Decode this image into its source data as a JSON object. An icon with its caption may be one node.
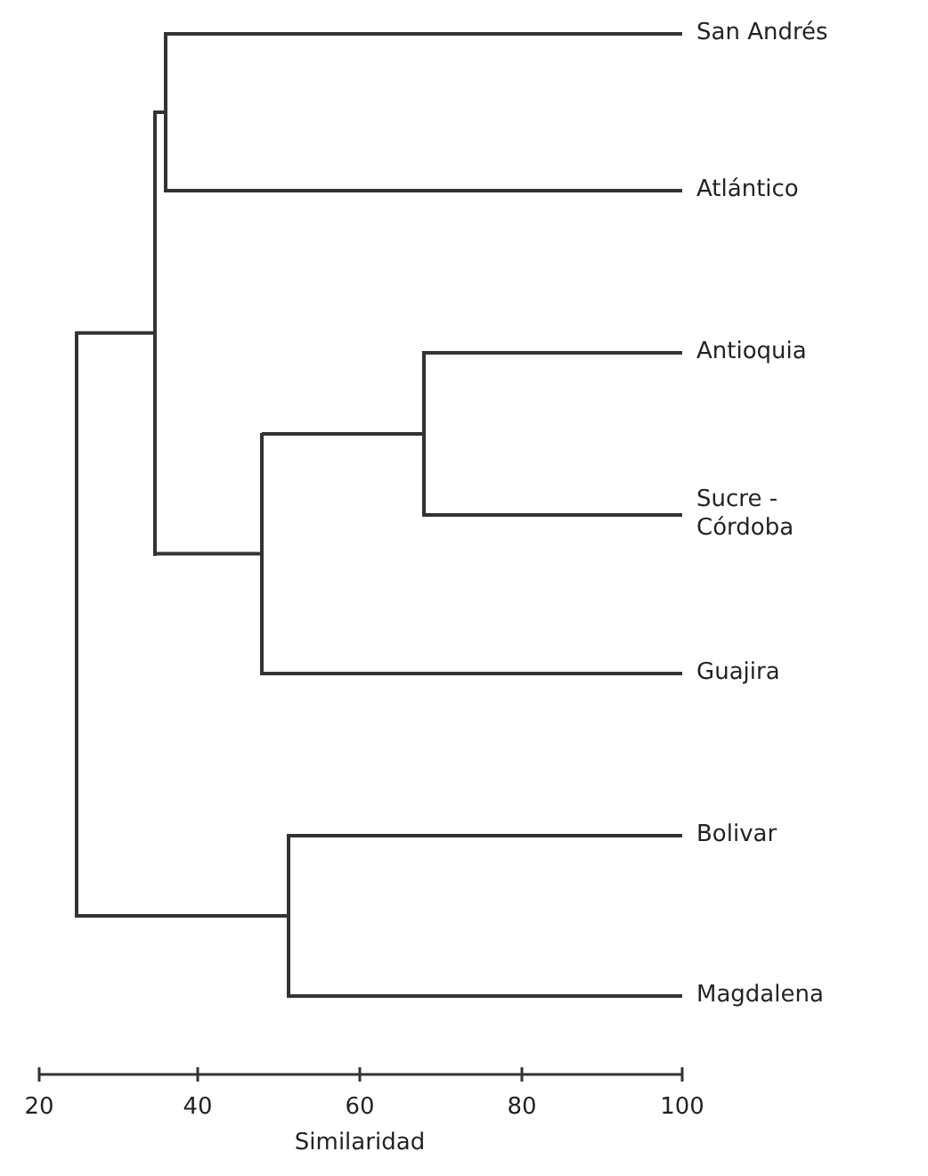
{
  "diagram": {
    "nodes": [
      {
        "text": [
          "San Andrés"
        ]
      },
      {
        "text": [
          "Atlántico"
        ]
      },
      {
        "text": [
          "Antioquia"
        ]
      },
      {
        "text": [
          "Sucre - Córdoba"
        ]
      },
      {
        "text": [
          "Guajira"
        ]
      },
      {
        "text": [
          "Bolivar"
        ]
      },
      {
        "text": [
          "Magdalena"
        ]
      },
      {
        "text": [],
        "shape": "bar"
      },
      {
        "text": [],
        "shape": "bar"
      },
      {
        "text": [],
        "shape": "bar"
      },
      {
        "text": [],
        "shape": "bar"
      },
      {
        "text": [],
        "shape": "bar"
      },
      {
        "text": [],
        "shape": "bar"
      }
    ],
    "edges": [
      {
        "from": 7,
        "to": 8,
        "arrow": "none"
      },
      {
        "from": 7,
        "to": 11,
        "arrow": "none"
      },
      {
        "from": 8,
        "to": 9,
        "arrow": "none"
      },
      {
        "from": 8,
        "to": 10,
        "arrow": "none"
      },
      {
        "from": 9,
        "to": 0,
        "arrow": "none"
      },
      {
        "from": 9,
        "to": 1,
        "arrow": "none"
      },
      {
        "from": 10,
        "to": 12,
        "arrow": "none"
      },
      {
        "from": 10,
        "to": 4,
        "arrow": "none"
      },
      {
        "from": 11,
        "to": 5,
        "arrow": "none"
      },
      {
        "from": 11,
        "to": 6,
        "arrow": "none"
      },
      {
        "from": 12,
        "to": 2,
        "arrow": "none"
      },
      {
        "from": 12,
        "to": 3,
        "arrow": "none"
      }
    ],
    "labels": [
      "20",
      "40",
      "60",
      "80",
      "100",
      "Similaridad"
    ]
  }
}
